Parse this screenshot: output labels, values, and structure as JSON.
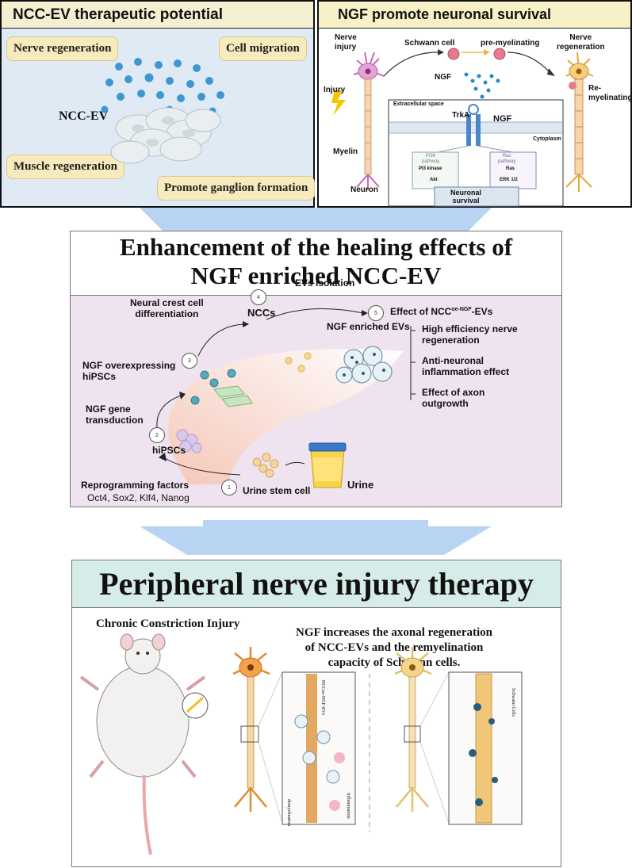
{
  "panel_tl": {
    "title": "NCC-EV therapeutic potential",
    "center_label": "NCC-EV",
    "labels": [
      "Nerve regeneration",
      "Cell migration",
      "Muscle regeneration",
      "Promote ganglion formation"
    ]
  },
  "panel_tr": {
    "title": "NGF promote neuronal survival",
    "nerve_injury": "Nerve\ninjury",
    "nerve_regeneration": "Nerve\nregeneration",
    "schwann_cell": "Schwann cell",
    "pre_myelinating": "pre-myelinating",
    "re_myelinating": "Re-\nmyelinating",
    "injury": "Injury",
    "ngf_small": "NGF",
    "myelin": "Myelin",
    "neuron": "Neuron",
    "extracellular": "Extracellular space",
    "trka": "TrkA",
    "ngf_receptor": "NGF",
    "cytoplasm": "Cytoplasm",
    "pi3k_pathway": "PI3K\npathway",
    "pi3_kinase": "PI3 kinase",
    "akt": "Akt",
    "ras_pathway": "Ras\npathway",
    "ras": "Ras",
    "erk": "ERK 1/2",
    "neuronal_survival": "Neuronal\nsurvival"
  },
  "panel_mid": {
    "title_line1": "Enhancement of the healing effects of",
    "title_line2": "NGF enriched NCC-EV",
    "steps": [
      {
        "num": "1",
        "label": "Urine stem cell"
      },
      {
        "num": "2",
        "label": "hiPSCs"
      },
      {
        "num": "3",
        "label": "NGF overexpressing\nhiPSCs"
      },
      {
        "num": "4",
        "label": "NCCs"
      },
      {
        "num": "5",
        "label": "NGF enriched EVs"
      }
    ],
    "urine": "Urine",
    "reprogramming_title": "Reprogramming factors",
    "reprogramming_factors": "Oct4, Sox2, Klf4, Nanog",
    "ngf_transduction": "NGF gene\ntransduction",
    "ncc_differentiation": "Neural crest cell\ndifferentiation",
    "evs_isolation": "EVs isolation",
    "effect_title_prefix": "Effect of NCC",
    "effect_title_sup": "oe-NGF",
    "effect_title_suffix": "-EVs",
    "effects": [
      "High efficiency nerve\nregeneration",
      "Anti-neuronal\ninflammation effect",
      "Effect of axon\noutgrowth"
    ]
  },
  "panel_bot": {
    "title": "Peripheral nerve injury therapy",
    "cci": "Chronic Constriction Injury",
    "statement": "NGF increases the axonal regeneration\nof NCC-EVs and the remyelination\ncapacity of Schwann cells.",
    "inset_label_ev": "NCCoe-NGF-EVs",
    "inset_label_inflammation": "Inflammation",
    "inset_label_demyelination": "demyelination",
    "inset_label_schwann": "Schwann Cells"
  },
  "colors": {
    "tl_bg": "#dfeaf5",
    "tr_bg": "#f8f0c6",
    "mid_bg": "#efe3ef",
    "bot_title_bg": "#d6ece8",
    "arrow_blue": "#b9d4f2"
  }
}
